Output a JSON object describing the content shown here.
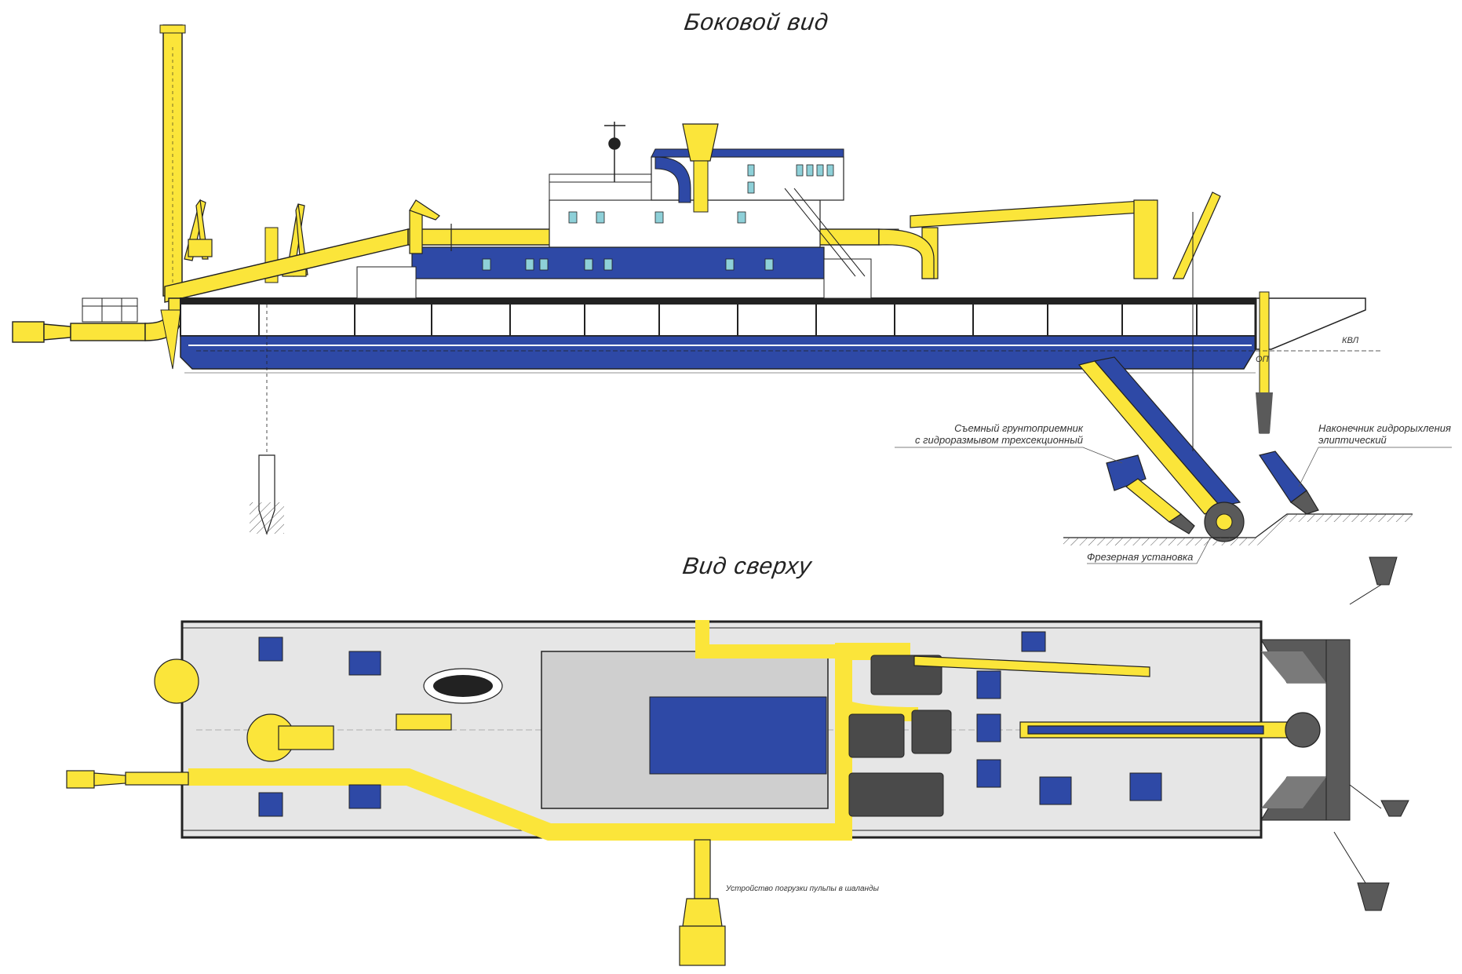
{
  "titles": {
    "side_view": "Боковой вид",
    "top_view": "Вид сверху"
  },
  "callouts": {
    "suction_head": [
      "Съемный грунтоприемник",
      "с гидроразмывом трехсекционный"
    ],
    "jet_nozzle": [
      "Наконечник гидрорыхления",
      "элиптический"
    ],
    "cutter": "Фрезерная установка",
    "discharge": "Устройство погрузки пульпы в шаланды"
  },
  "marks": {
    "waterline": "КВЛ",
    "baseline": "ОП"
  },
  "colors": {
    "hull_blue": "#2e49a6",
    "yellow": "#fbe53a",
    "deck_grey": "#e6e6e6",
    "dark_grey": "#5a5a5a",
    "line": "#222222"
  }
}
